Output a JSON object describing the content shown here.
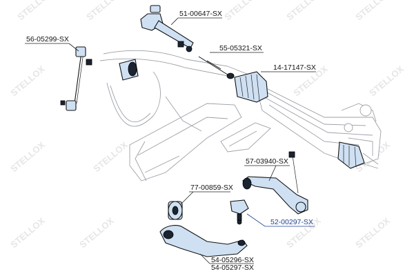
{
  "watermark": {
    "text": "STELLOX",
    "color": "#e6e6e6"
  },
  "parts": [
    {
      "id": "p1",
      "label": "51-00647-SX",
      "highlight": false
    },
    {
      "id": "p2",
      "label": "56-05299-SX",
      "highlight": false
    },
    {
      "id": "p3",
      "label": "55-05321-SX",
      "highlight": false
    },
    {
      "id": "p4",
      "label": "14-17147-SX",
      "highlight": false
    },
    {
      "id": "p5",
      "label": "57-03940-SX",
      "highlight": false
    },
    {
      "id": "p6",
      "label": "77-00859-SX",
      "highlight": false
    },
    {
      "id": "p7",
      "label": "52-00297-SX",
      "highlight": true
    },
    {
      "id": "p8",
      "label": "54-05296-SX",
      "highlight": false
    },
    {
      "id": "p9",
      "label": "54-05297-SX",
      "highlight": false
    }
  ],
  "colors": {
    "part_fill": "#cfe0f3",
    "outline": "#111111",
    "ghost_lines": "#9aa0a8",
    "highlight_label": "#1f3f8f"
  }
}
